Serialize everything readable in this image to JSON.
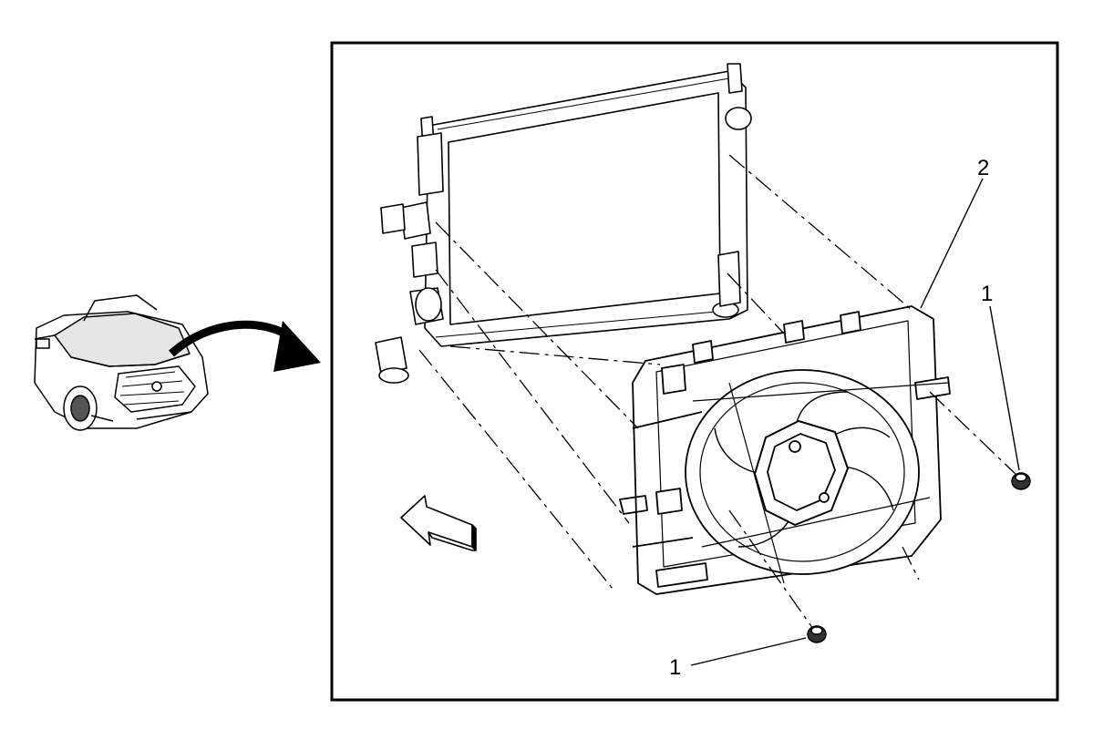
{
  "callouts": {
    "fastener_lower": "1",
    "fastener_right": "1",
    "fan_shroud": "2"
  },
  "colors": {
    "line": "#000000",
    "background": "#ffffff",
    "shade": "#d9d9d9"
  }
}
